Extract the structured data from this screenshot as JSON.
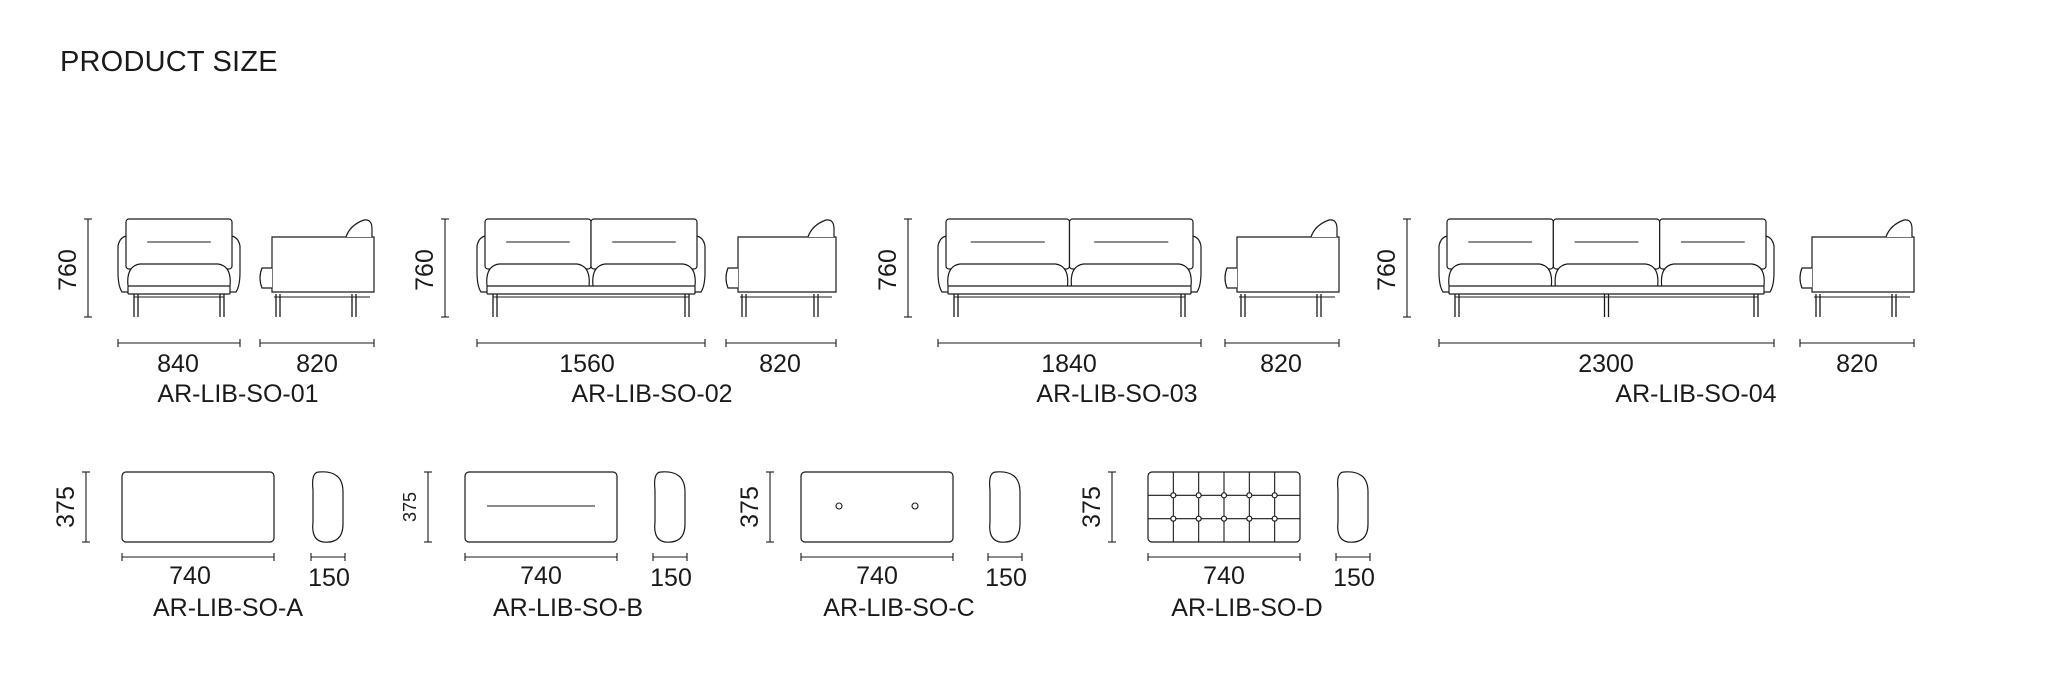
{
  "header": {
    "title": "PRODUCT SIZE"
  },
  "sofas": [
    {
      "code": "AR-LIB-SO-01",
      "height": "760",
      "width": "840",
      "depth": "820",
      "seats": 1
    },
    {
      "code": "AR-LIB-SO-02",
      "height": "760",
      "width": "1560",
      "depth": "820",
      "seats": 2
    },
    {
      "code": "AR-LIB-SO-03",
      "height": "760",
      "width": "1840",
      "depth": "820",
      "seats": 2
    },
    {
      "code": "AR-LIB-SO-04",
      "height": "760",
      "width": "2300",
      "depth": "820",
      "seats": 3
    }
  ],
  "cushions": [
    {
      "code": "AR-LIB-SO-A",
      "height": "375",
      "width": "740",
      "depth": "150",
      "style": "plain"
    },
    {
      "code": "AR-LIB-SO-B",
      "height": "375",
      "width": "740",
      "depth": "150",
      "style": "stitched-line"
    },
    {
      "code": "AR-LIB-SO-C",
      "height": "375",
      "width": "740",
      "depth": "150",
      "style": "buttons"
    },
    {
      "code": "AR-LIB-SO-D",
      "height": "375",
      "width": "740",
      "depth": "150",
      "style": "quilted-grid"
    }
  ]
}
